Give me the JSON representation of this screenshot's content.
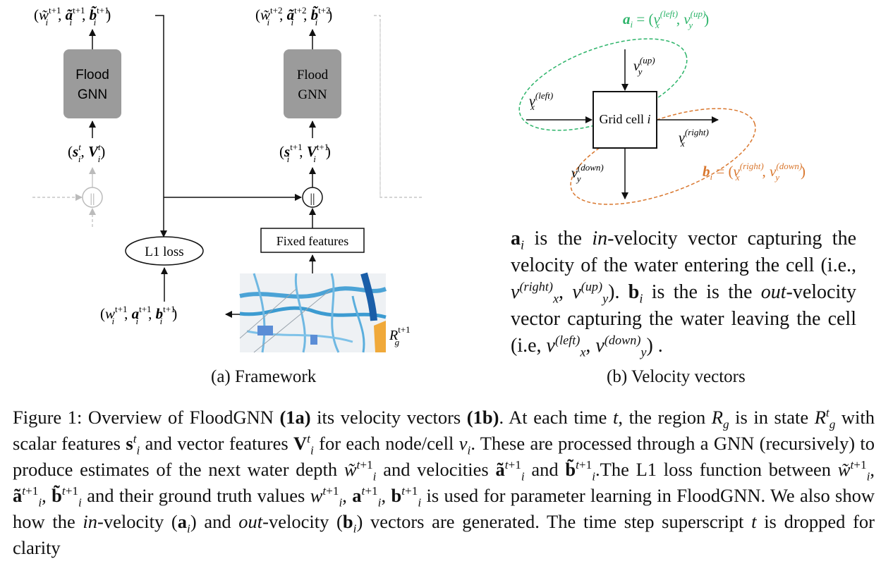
{
  "panel_a": {
    "top_left_output": "(w̃ᵢᵗ⁺¹, ãᵢᵗ⁺¹, b̃ᵢᵗ⁺¹)",
    "top_right_output": "(w̃ᵢᵗ⁺², ãᵢᵗ⁺², b̃ᵢᵗ⁺²)",
    "gnn_label_line1": "Flood",
    "gnn_label_line2": "GNN",
    "input_left": "(sᵢᵗ, Vᵢᵗ)",
    "input_right": "(sᵢᵗ⁺¹, Vᵢᵗ⁺¹)",
    "concat_symbol": "||",
    "l1_loss": "L1 loss",
    "fixed_features": "Fixed features",
    "ground_truth": "(wᵢᵗ⁺¹, aᵢᵗ⁺¹, bᵢᵗ⁺¹)",
    "region_label": "R_g^{t+1}",
    "caption": "(a) Framework"
  },
  "panel_b": {
    "a_def": "aᵢ = (vₓ^(left), v_y^(up))",
    "b_def": "bᵢ = (vₓ^(right), v_y^(down))",
    "v_up": "v_y^(up)",
    "v_left": "v_x^(left)",
    "v_right": "v_x^(right)",
    "v_down": "v_y^(down)",
    "cell_label": "Grid cell i",
    "caption": "(b) Velocity vectors",
    "colors": {
      "a": "#2db46a",
      "b": "#d9772e"
    }
  },
  "description": "aᵢ is the in-velocity vector capturing the velocity of the water entering the cell (i.e., vₓ^(right), v_y^(up)). bᵢ is the is the out-velocity vector capturing the water leaving the cell (i.e, vₓ^(left), v_y^(down)) .",
  "figure_caption": "Figure 1: Overview of FloodGNN (1a) its velocity vectors (1b). At each time t, the region R_g is in state R_g^t with scalar features s_i^t and vector features V_i^t for each node/cell v_i. These are processed through a GNN (recursively) to produce estimates of the next water depth w̃_i^{t+1} and velocities ã_i^{t+1} and b̃_i^{t+1}.The L1 loss function between w̃_i^{t+1}, ã_i^{t+1}, b̃_i^{t+1} and their ground truth values w_i^{t+1}, a_i^{t+1}, b_i^{t+1} is used for parameter learning in FloodGNN. We also show how the in-velocity (a_i) and out-velocity (b_i) vectors are generated. The time step superscript t is dropped for clarity"
}
